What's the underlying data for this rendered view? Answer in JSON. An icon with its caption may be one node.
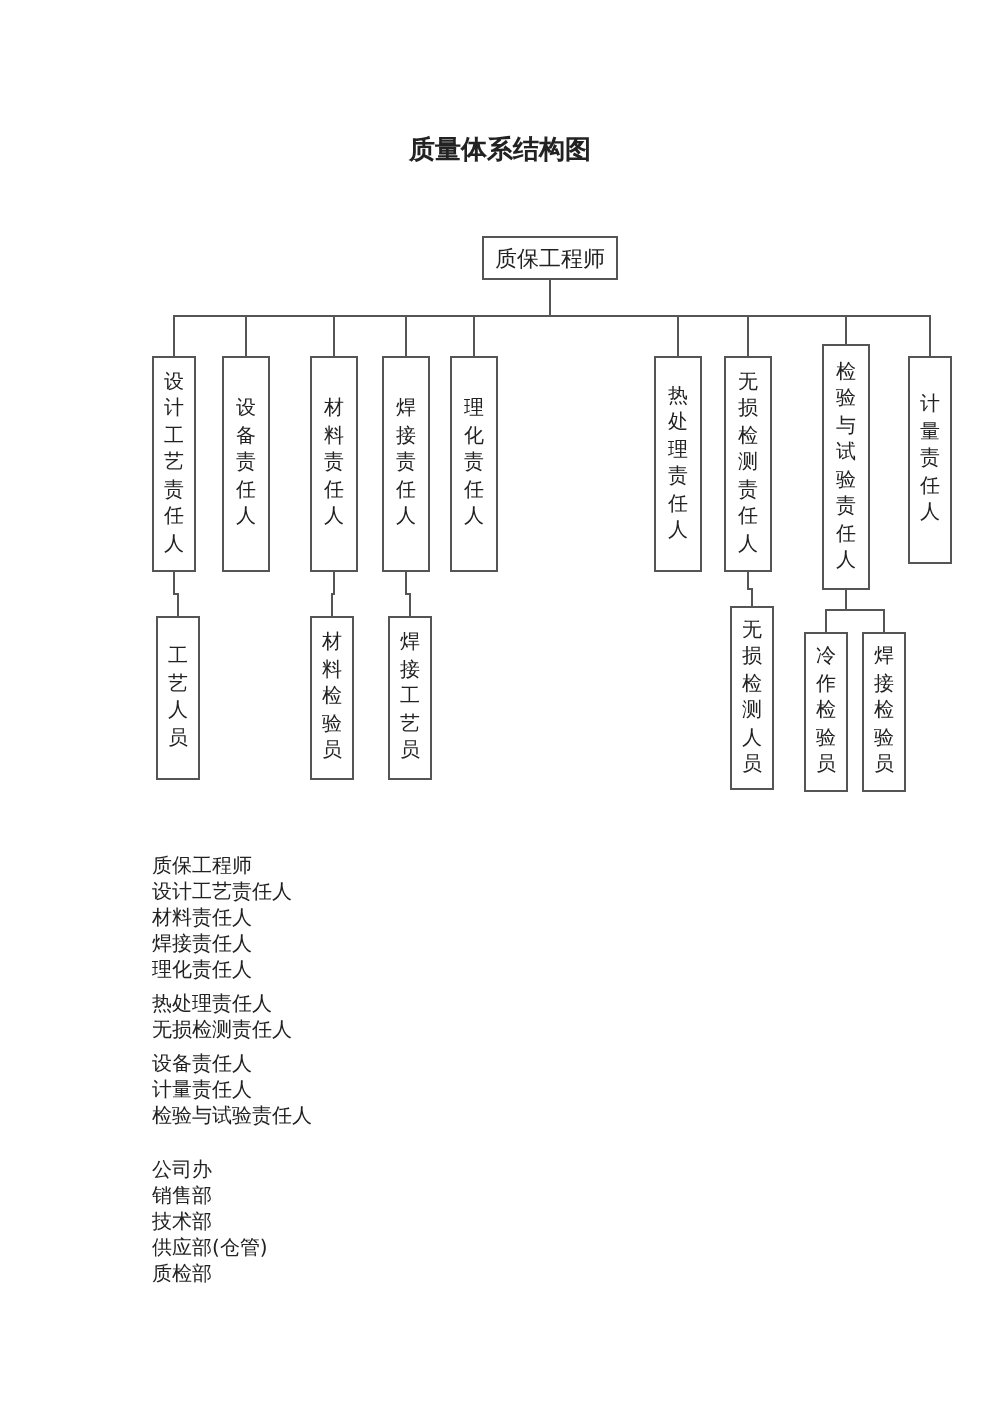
{
  "diagram": {
    "title": "质量体系结构图",
    "nodes": [
      {
        "text": [
          "质保工程师"
        ]
      },
      {
        "text": [
          "设计工艺责任人"
        ]
      },
      {
        "text": [
          "设备责任人"
        ]
      },
      {
        "text": [
          "材料责任人"
        ]
      },
      {
        "text": [
          "焊接责任人"
        ]
      },
      {
        "text": [
          "理化责任人"
        ]
      },
      {
        "text": [
          "热处理责任人"
        ]
      },
      {
        "text": [
          "无损检测责任人"
        ]
      },
      {
        "text": [
          "检验与试验责任人"
        ]
      },
      {
        "text": [
          "计量责任人"
        ]
      },
      {
        "text": [
          "工艺人员"
        ]
      },
      {
        "text": [
          "材料检验员"
        ]
      },
      {
        "text": [
          "焊接工艺员"
        ]
      },
      {
        "text": [
          "无损检测人员"
        ]
      },
      {
        "text": [
          "冷作检验员"
        ]
      },
      {
        "text": [
          "焊接检验员"
        ]
      }
    ],
    "edges": [
      {
        "from": 0,
        "to": 1,
        "arrow": "none"
      },
      {
        "from": 0,
        "to": 2,
        "arrow": "none"
      },
      {
        "from": 0,
        "to": 3,
        "arrow": "none"
      },
      {
        "from": 0,
        "to": 4,
        "arrow": "none"
      },
      {
        "from": 0,
        "to": 5,
        "arrow": "none"
      },
      {
        "from": 0,
        "to": 6,
        "arrow": "none"
      },
      {
        "from": 0,
        "to": 7,
        "arrow": "none"
      },
      {
        "from": 0,
        "to": 8,
        "arrow": "none"
      },
      {
        "from": 0,
        "to": 9,
        "arrow": "none"
      },
      {
        "from": 1,
        "to": 10,
        "arrow": "none"
      },
      {
        "from": 3,
        "to": 11,
        "arrow": "none"
      },
      {
        "from": 4,
        "to": 12,
        "arrow": "none"
      },
      {
        "from": 7,
        "to": 13,
        "arrow": "none"
      },
      {
        "from": 8,
        "to": 14,
        "arrow": "none"
      },
      {
        "from": 8,
        "to": 15,
        "arrow": "none"
      }
    ],
    "labels": [
      "质保工程师",
      "设计工艺责任人",
      "材料责任人",
      "焊接责任人",
      "理化责任人",
      "热处理责任人",
      "无损检测责任人",
      "设备责任人",
      "计量责任人",
      "检验与试验责任人",
      "公司办",
      "销售部",
      "技术部",
      "供应部(仓管)",
      "质检部"
    ]
  }
}
